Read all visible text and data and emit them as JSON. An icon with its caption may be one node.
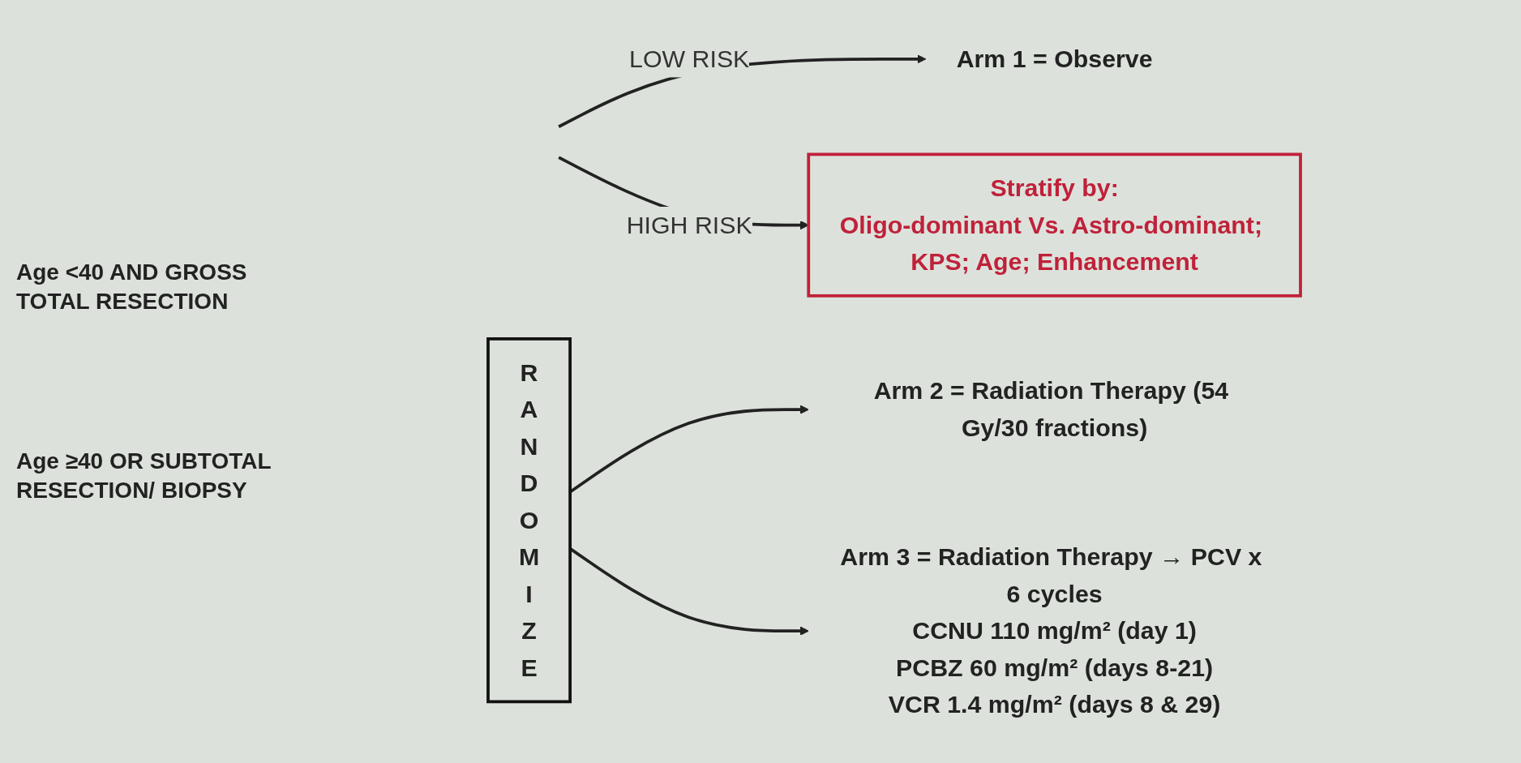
{
  "diagram": {
    "nodes": [
      {
        "text": [
          "Arm 1 = Observe"
        ]
      },
      {
        "text": [
          "Stratify by:",
          "Oligo-dominant Vs. Astro-dominant; KPS; Age; Enhancement"
        ]
      },
      {
        "text": [
          "R A N D O M I Z E"
        ]
      },
      {
        "text": [
          "Arm 2 = Radiation Therapy (54 Gy/30 fractions)"
        ]
      },
      {
        "text": [
          "Arm 3 = Radiation Therapy → PCV x 6 cycles",
          "CCNU 110 mg/m² (day 1)",
          "PCBZ 60 mg/m² (days 8-21)",
          "VCR 1.4 mg/m² (days 8 & 29)"
        ]
      }
    ],
    "edges": [
      {
        "from": null,
        "to": 0,
        "arrow": "to",
        "label": "LOW RISK"
      },
      {
        "from": null,
        "to": 1,
        "arrow": "to",
        "label": "HIGH RISK"
      },
      {
        "from": 2,
        "to": 3,
        "arrow": "to"
      },
      {
        "from": 2,
        "to": 4,
        "arrow": "to"
      }
    ],
    "labels": [
      "Age <40 AND GROSS TOTAL RESECTION",
      "Age ≥40 OR SUBTOTAL RESECTION/ BIOPSY"
    ]
  }
}
